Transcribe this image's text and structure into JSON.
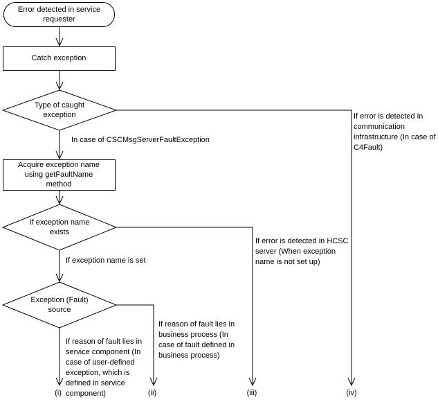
{
  "nodes": {
    "start": {
      "lines": [
        "Error detected in service",
        "requester"
      ]
    },
    "catch_exception": {
      "label": "Catch exception"
    },
    "type_of_caught_exception": {
      "lines": [
        "Type of caught",
        "exception"
      ]
    },
    "acquire_exception_name": {
      "lines": [
        "Acquire exception name",
        "using getFaultName",
        "method"
      ]
    },
    "if_exception_name_exists": {
      "lines": [
        "If exception name",
        "exists"
      ]
    },
    "exception_fault_source": {
      "lines": [
        "Exception (Fault)",
        "source"
      ]
    }
  },
  "edge_labels": {
    "csc_fault": "In case of CSCMsgServerFaultException",
    "name_is_set": "If exception name is set",
    "branch_i": {
      "lines": [
        "If reason of fault lies in",
        "service component (In",
        "case of user-defined",
        "exception, which is",
        "defined in service",
        "component)"
      ]
    },
    "branch_ii": {
      "lines": [
        "If reason of fault lies in",
        "business process (In",
        "case of fault defined in",
        "business process)"
      ]
    },
    "branch_iii": {
      "lines": [
        "If error is detected in HCSC",
        "server (When exception",
        "name is not set up)"
      ]
    },
    "branch_iv": {
      "lines": [
        "If error is detected in",
        "communication",
        "infrastructure (In case of",
        "C4Fault)"
      ]
    }
  },
  "terminals": {
    "i": "(i)",
    "ii": "(ii)",
    "iii": "(iii)",
    "iv": "(iv)"
  },
  "colors": {
    "line": "#000000",
    "background": "#ffffff",
    "text": "#000000"
  }
}
